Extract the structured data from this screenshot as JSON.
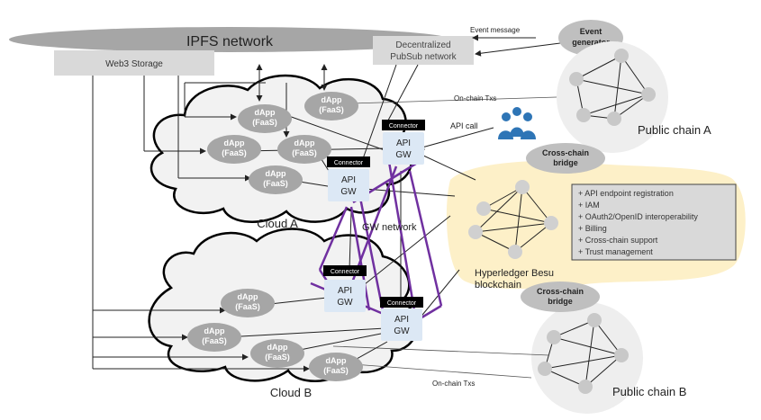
{
  "ipfs": {
    "label": "IPFS network"
  },
  "storage": {
    "label": "Web3 Storage"
  },
  "pubsub": {
    "line1": "Decentralized",
    "line2": "PubSub network"
  },
  "event_message": {
    "label": "Event message"
  },
  "event_generator": {
    "line1": "Event",
    "line2": "generator"
  },
  "onchain_txs_top": {
    "label": "On-chain Txs"
  },
  "onchain_txs_bottom": {
    "label": "On-chain Txs"
  },
  "api_call": {
    "label": "API call"
  },
  "public_chain_a": {
    "label": "Public chain A"
  },
  "public_chain_b": {
    "label": "Public chain B"
  },
  "bridge_top": {
    "line1": "Cross-chain",
    "line2": "bridge"
  },
  "bridge_bottom": {
    "line1": "Cross-chain",
    "line2": "bridge"
  },
  "cloud_a": {
    "label": "Cloud A"
  },
  "cloud_b": {
    "label": "Cloud B"
  },
  "gw_network": {
    "label": "GW network"
  },
  "besu": {
    "line1": "Hyperledger Besu",
    "line2": "blockchain"
  },
  "dapp": {
    "line1": "dApp",
    "line2": "(FaaS)"
  },
  "gateway": {
    "line1": "API",
    "line2": "GW"
  },
  "connector": {
    "label": "Connector"
  },
  "features": [
    "+ API endpoint registration",
    "+ IAM",
    "+ OAuth2/OpenID interoperability",
    "+ Billing",
    "+ Cross-chain support",
    "+ Trust management"
  ],
  "colors": {
    "purple": "#7030a0",
    "yellow": "#fdf0c8",
    "grey": "#c9c9c9",
    "gw_blue": "#dce8f5"
  }
}
